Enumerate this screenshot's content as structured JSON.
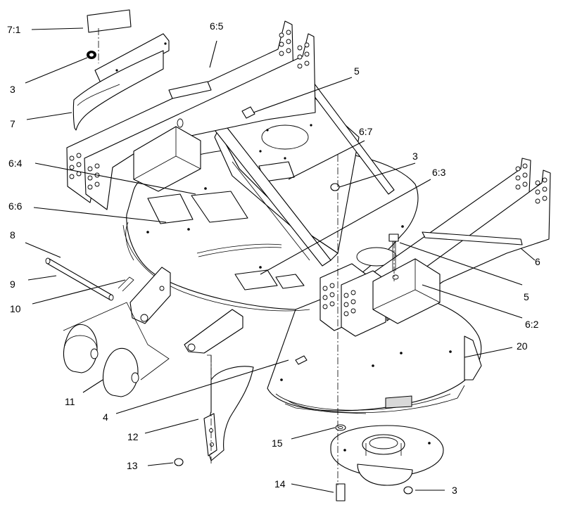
{
  "diagram": {
    "callouts": [
      {
        "id": "c-7-1",
        "text": "7:1"
      },
      {
        "id": "c-3-a",
        "text": "3"
      },
      {
        "id": "c-7",
        "text": "7"
      },
      {
        "id": "c-6-5",
        "text": "6:5"
      },
      {
        "id": "c-5-a",
        "text": "5"
      },
      {
        "id": "c-6-7",
        "text": "6:7"
      },
      {
        "id": "c-3-b",
        "text": "3"
      },
      {
        "id": "c-6-3",
        "text": "6:3"
      },
      {
        "id": "c-6-4",
        "text": "6:4"
      },
      {
        "id": "c-6-6",
        "text": "6:6"
      },
      {
        "id": "c-8",
        "text": "8"
      },
      {
        "id": "c-9",
        "text": "9"
      },
      {
        "id": "c-10",
        "text": "10"
      },
      {
        "id": "c-6",
        "text": "6"
      },
      {
        "id": "c-5-b",
        "text": "5"
      },
      {
        "id": "c-6-2",
        "text": "6:2"
      },
      {
        "id": "c-20",
        "text": "20"
      },
      {
        "id": "c-11",
        "text": "11"
      },
      {
        "id": "c-4",
        "text": "4"
      },
      {
        "id": "c-12",
        "text": "12"
      },
      {
        "id": "c-15",
        "text": "15"
      },
      {
        "id": "c-13",
        "text": "13"
      },
      {
        "id": "c-14",
        "text": "14"
      },
      {
        "id": "c-3-c",
        "text": "3"
      }
    ]
  }
}
